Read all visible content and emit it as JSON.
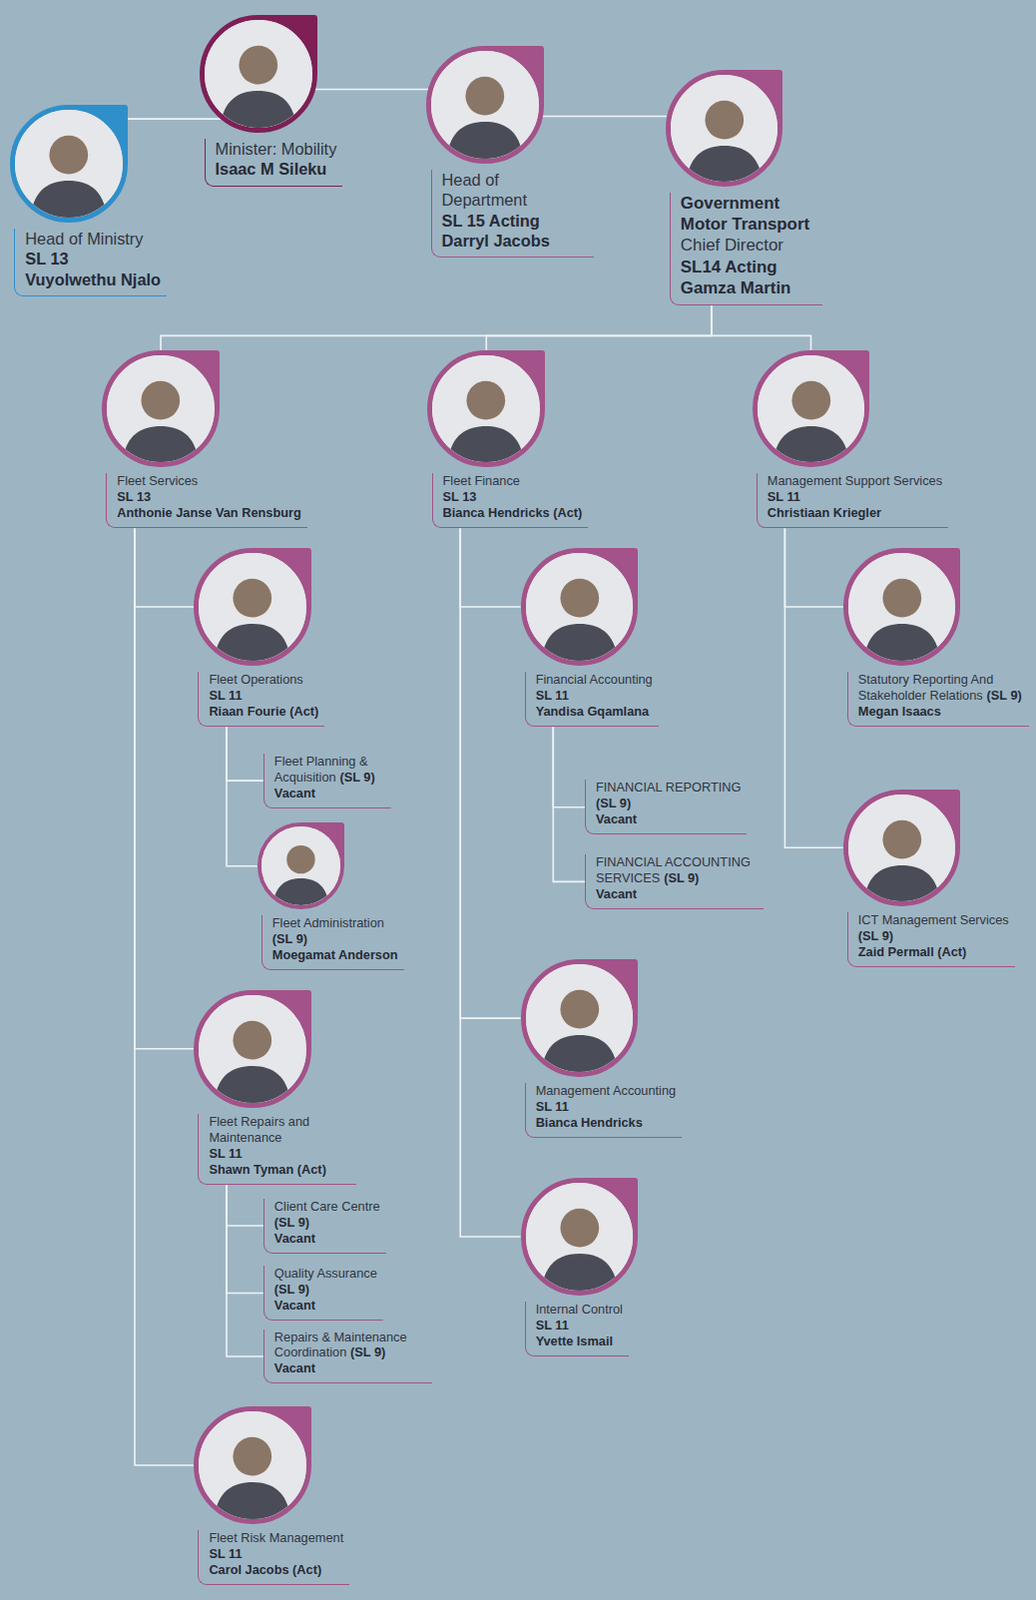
{
  "diagram": {
    "nodes": [
      {
        "text": [
          "Head of Ministry",
          "SL 13",
          "Vuyolwethu Njalo"
        ]
      },
      {
        "text": [
          "Minister: Mobility",
          "Isaac M Sileku"
        ]
      },
      {
        "text": [
          "Head of Department",
          "SL 15 Acting",
          "Darryl Jacobs"
        ]
      },
      {
        "text": [
          "Government Motor Transport",
          "Chief Director",
          "SL14 Acting",
          "Gamza Martin"
        ]
      },
      {
        "text": [
          "Fleet Services",
          "SL 13",
          "Anthonie Janse Van Rensburg"
        ]
      },
      {
        "text": [
          "Fleet Finance",
          "SL 13",
          "Bianca Hendricks (Act)"
        ]
      },
      {
        "text": [
          "Management Support Services",
          "SL 11",
          "Christiaan Kriegler"
        ]
      },
      {
        "text": [
          "Fleet Operations",
          "SL 11",
          "Riaan Fourie (Act)"
        ]
      },
      {
        "text": [
          "Fleet Planning & Acquisition",
          "(SL 9)",
          "Vacant"
        ]
      },
      {
        "text": [
          "Fleet Administration",
          "(SL 9)",
          "Moegamat Anderson"
        ]
      },
      {
        "text": [
          "Financial Accounting",
          "SL 11",
          "Yandisa Gqamlana"
        ]
      },
      {
        "text": [
          "FINANCIAL REPORTING",
          "(SL 9)",
          "Vacant"
        ]
      },
      {
        "text": [
          "FINANCIAL ACCOUNTING SERVICES",
          "(SL 9)",
          "Vacant"
        ]
      },
      {
        "text": [
          "Statutory Reporting And Stakeholder Relations",
          "(SL 9)",
          "Megan Isaacs"
        ]
      },
      {
        "text": [
          "ICT Management Services",
          "(SL 9)",
          "Zaid Permall (Act)"
        ]
      },
      {
        "text": [
          "Fleet Repairs and Maintenance",
          "SL 11",
          "Shawn Tyman (Act)"
        ]
      },
      {
        "text": [
          "Management Accounting",
          "SL 11",
          "Bianca Hendricks"
        ]
      },
      {
        "text": [
          "Client Care Centre",
          "(SL 9)",
          "Vacant"
        ]
      },
      {
        "text": [
          "Quality Assurance",
          "(SL 9)",
          "Vacant"
        ]
      },
      {
        "text": [
          "Repairs & Maintenance Coordination",
          "(SL 9)",
          "Vacant"
        ]
      },
      {
        "text": [
          "Internal Control",
          "SL 11",
          "Yvette Ismail"
        ]
      },
      {
        "text": [
          "Fleet Risk Management",
          "SL 11",
          "Carol Jacobs (Act)"
        ]
      }
    ],
    "edges": [
      {
        "from": 0,
        "to": 1,
        "arrow": "none"
      },
      {
        "from": 1,
        "to": 2,
        "arrow": "none"
      },
      {
        "from": 2,
        "to": 3,
        "arrow": "none"
      },
      {
        "from": 3,
        "to": 4,
        "arrow": "none"
      },
      {
        "from": 3,
        "to": 5,
        "arrow": "none"
      },
      {
        "from": 3,
        "to": 6,
        "arrow": "none"
      },
      {
        "from": 4,
        "to": 7,
        "arrow": "none"
      },
      {
        "from": 4,
        "to": 15,
        "arrow": "none"
      },
      {
        "from": 4,
        "to": 21,
        "arrow": "none"
      },
      {
        "from": 7,
        "to": 8,
        "arrow": "none"
      },
      {
        "from": 7,
        "to": 9,
        "arrow": "none"
      },
      {
        "from": 5,
        "to": 10,
        "arrow": "none"
      },
      {
        "from": 5,
        "to": 16,
        "arrow": "none"
      },
      {
        "from": 5,
        "to": 20,
        "arrow": "none"
      },
      {
        "from": 10,
        "to": 11,
        "arrow": "none"
      },
      {
        "from": 10,
        "to": 12,
        "arrow": "none"
      },
      {
        "from": 6,
        "to": 13,
        "arrow": "none"
      },
      {
        "from": 6,
        "to": 14,
        "arrow": "none"
      },
      {
        "from": 15,
        "to": 17,
        "arrow": "none"
      },
      {
        "from": 15,
        "to": 18,
        "arrow": "none"
      },
      {
        "from": 15,
        "to": 19,
        "arrow": "none"
      }
    ]
  }
}
